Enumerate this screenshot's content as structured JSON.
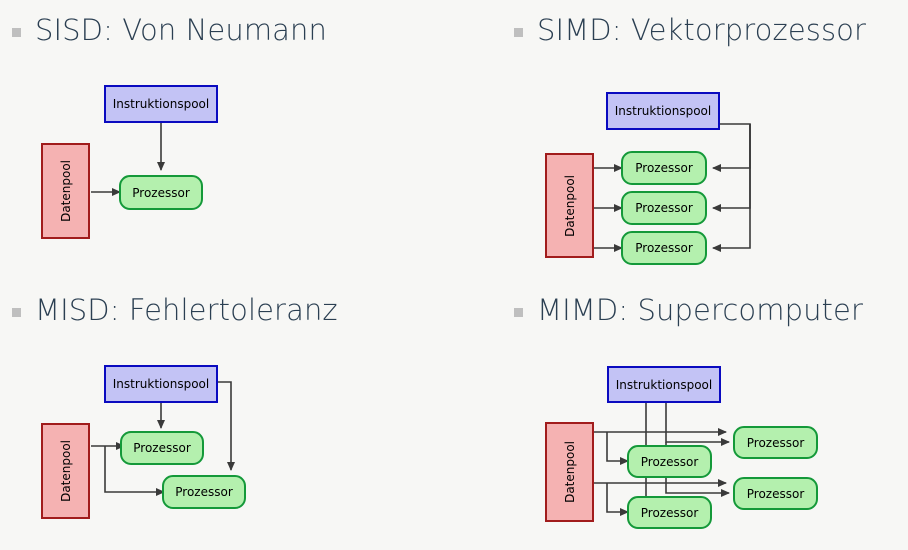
{
  "slide": {
    "background_color": "#f7f7f5",
    "heading_color": "#2b3f52",
    "bullet_color": "#bfbfbf"
  },
  "palette": {
    "instruction_fill": "#c3c3f5",
    "instruction_border": "#0a0ac0",
    "processor_fill": "#b4f0ae",
    "processor_border": "#149939",
    "data_fill": "#f5b2b2",
    "data_border": "#a11c1c",
    "arrow_color": "#3a3a3a"
  },
  "labels": {
    "instruction_pool": "Instruktionspool",
    "processor": "Prozessor",
    "data_pool": "Datenpool"
  },
  "quadrants": [
    {
      "key": "sisd",
      "heading": "SISD: Von Neumann",
      "instruction_pools": 1,
      "processors": 1,
      "data_pools": 1
    },
    {
      "key": "simd",
      "heading": "SIMD: Vektorprozessor",
      "instruction_pools": 1,
      "processors": 3,
      "data_pools": 1
    },
    {
      "key": "misd",
      "heading": "MISD: Fehlertoleranz",
      "instruction_pools": 1,
      "processors": 2,
      "data_pools": 1
    },
    {
      "key": "mimd",
      "heading": "MIMD: Supercomputer",
      "instruction_pools": 1,
      "processors": 4,
      "data_pools": 1
    }
  ]
}
